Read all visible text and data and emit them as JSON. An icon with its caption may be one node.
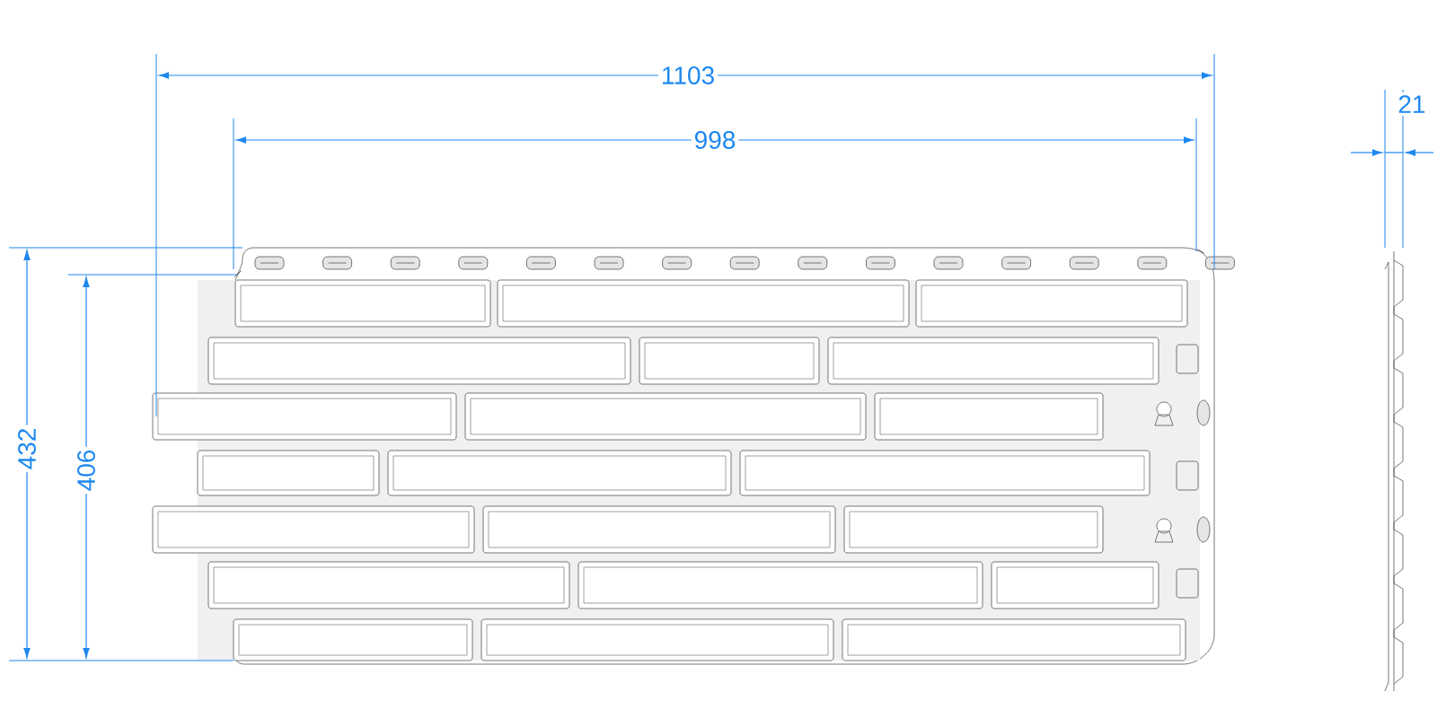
{
  "diagram": {
    "labels": [
      "1103",
      "998",
      "21",
      "432",
      "406"
    ]
  }
}
